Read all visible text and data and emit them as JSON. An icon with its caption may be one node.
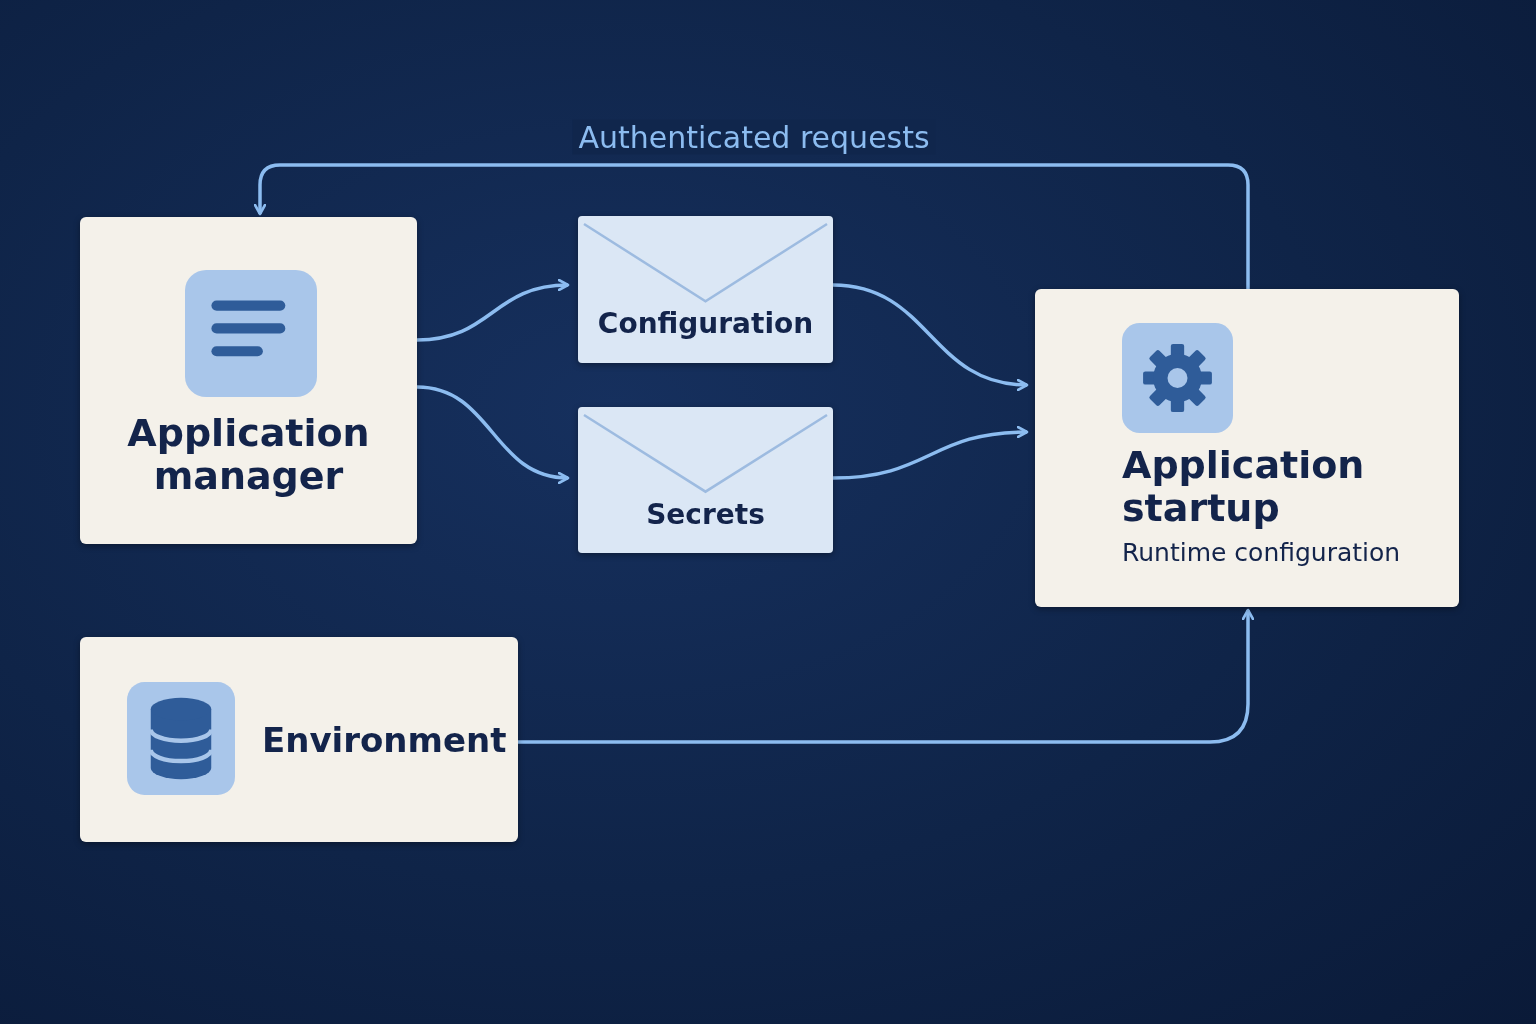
{
  "diagram": {
    "nodes": [
      {
        "text": [
          "Application manager"
        ]
      },
      {
        "text": [
          "Configuration"
        ]
      },
      {
        "text": [
          "Secrets"
        ]
      },
      {
        "text": [
          "Application startup",
          "Runtime configuration"
        ]
      },
      {
        "text": [
          "Environment"
        ]
      }
    ],
    "edges": [
      {
        "from": 0,
        "to": 1,
        "arrow": "to"
      },
      {
        "from": 0,
        "to": 2,
        "arrow": "to"
      },
      {
        "from": 1,
        "to": 3,
        "arrow": "to"
      },
      {
        "from": 2,
        "to": 3,
        "arrow": "to"
      },
      {
        "from": 4,
        "to": 3,
        "arrow": "to"
      },
      {
        "from": 3,
        "to": 0,
        "arrow": "to",
        "label": "Authenticated requests"
      }
    ]
  }
}
